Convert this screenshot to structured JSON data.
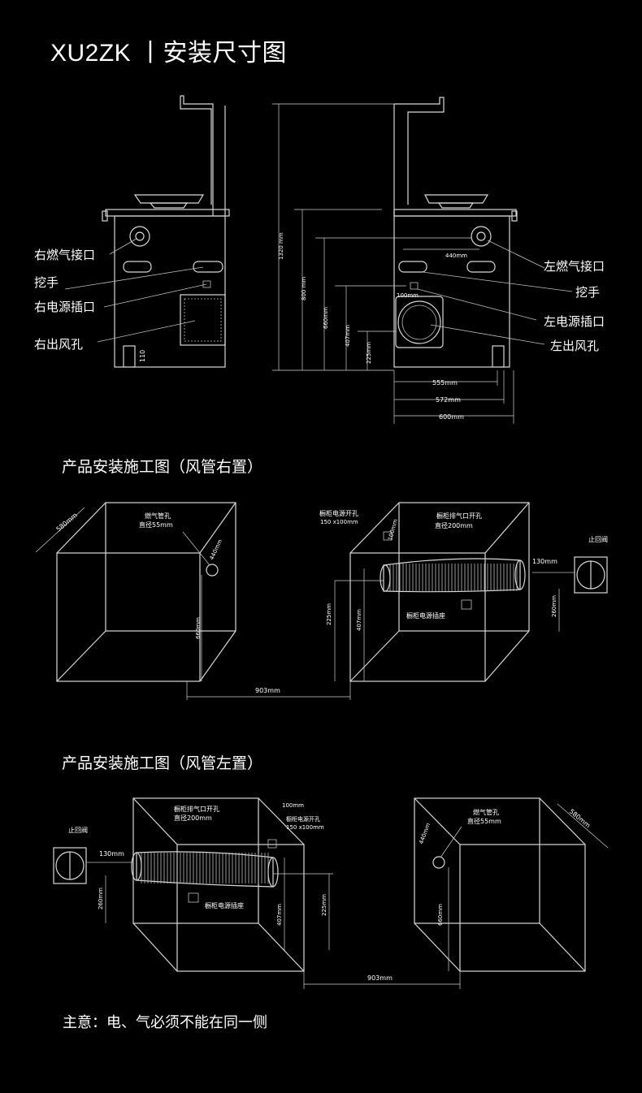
{
  "header": {
    "title": "XU2ZK  丨安装尺寸图"
  },
  "front_view": {
    "labels": {
      "right_gas_inlet": "右燃气接口",
      "handle": "挖手",
      "right_power_socket": "右电源插口",
      "right_outlet": "右出风孔"
    },
    "dim_110": "110"
  },
  "side_view": {
    "labels": {
      "left_gas_inlet": "左燃气接口",
      "handle": "挖手",
      "left_power_socket": "左电源插口",
      "left_outlet": "左出风孔"
    },
    "dims": {
      "h1320": "1320 mm",
      "h800": "800 mm",
      "h660": "660mm",
      "h407": "407mm",
      "h225": "225mm",
      "w440": "440mm",
      "w100": "100mm",
      "w555": "555mm",
      "w572": "572mm",
      "w600": "600mm"
    }
  },
  "section_right": {
    "title": "产品安装施工图（风管右置）",
    "gas_hole": "燃气管孔",
    "gas_hole_dia": "直径55mm",
    "depth_580": "580mm",
    "d440": "440mm",
    "h660": "660mm",
    "power_hole": "橱柜电源开孔",
    "power_hole_size": "150 x100mm",
    "d100": "100mm",
    "exhaust_hole": "橱柜排气口开孔",
    "exhaust_dia": "直径200mm",
    "check_valve": "止回阀",
    "d130": "130mm",
    "h225": "225mm",
    "h407": "407mm",
    "h260": "260mm",
    "power_socket": "橱柜电源插座",
    "w903": "903mm"
  },
  "section_left": {
    "title": "产品安装施工图（风管左置）",
    "check_valve": "止回阀",
    "d130": "130mm",
    "h260": "260mm",
    "exhaust_hole": "橱柜排气口开孔",
    "exhaust_dia": "直径200mm",
    "d100": "100mm",
    "power_hole": "橱柜电源开孔",
    "power_hole_size": "150 x100mm",
    "power_socket": "橱柜电源插座",
    "h407": "407mm",
    "h225": "225mm",
    "gas_hole": "燃气管孔",
    "gas_hole_dia": "直径55mm",
    "d440": "440mm",
    "depth_580": "580mm",
    "h660": "660mm",
    "w903": "903mm"
  },
  "footer": {
    "note": "主意：电、气必须不能在同一侧"
  }
}
